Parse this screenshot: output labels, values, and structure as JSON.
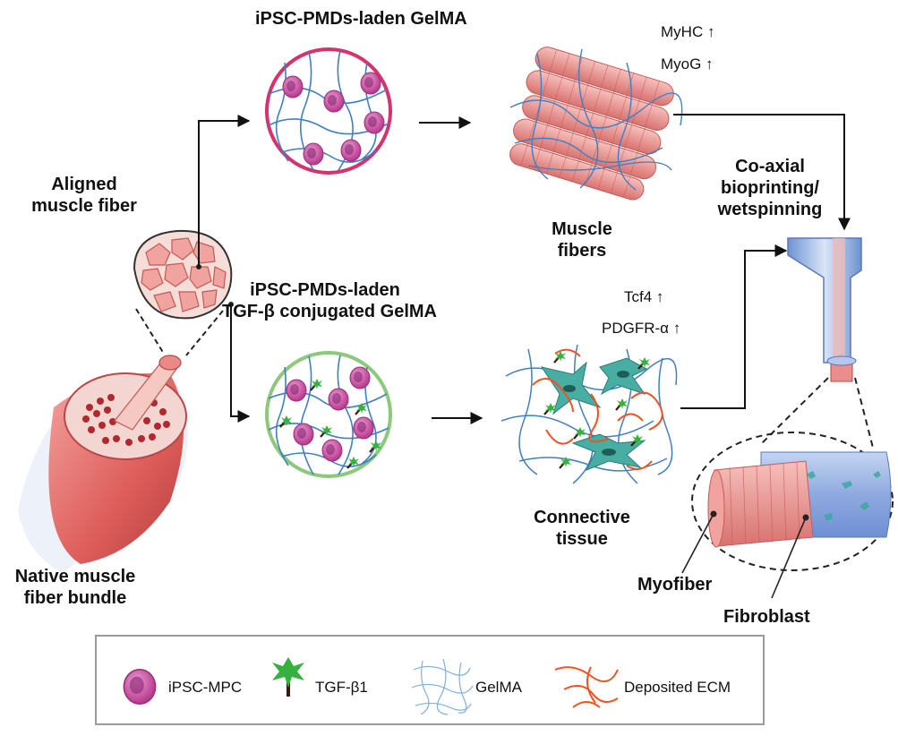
{
  "labels": {
    "top_gel": "iPSC-PMDs-laden GelMA",
    "aligned_line1": "Aligned",
    "aligned_line2": "muscle fiber",
    "native_line1": "Native muscle",
    "native_line2": "fiber bundle",
    "bottom_gel_line1": "iPSC-PMDs-laden",
    "bottom_gel_line2": "TGF-β conjugated GelMA",
    "muscle_line1": "Muscle",
    "muscle_line2": "fibers",
    "connective_line1": "Connective",
    "connective_line2": "tissue",
    "coaxial_line1": "Co-axial",
    "coaxial_line2": "bioprinting/",
    "coaxial_line3": "wetspinning",
    "myofiber": "Myofiber",
    "fibroblast": "Fibroblast",
    "marker_myhc": "MyHC ↑",
    "marker_myog": "MyoG ↑",
    "marker_tcf4": "Tcf4 ↑",
    "marker_pdgfr": "PDGFR-α ↑"
  },
  "legend": {
    "mpc": "iPSC-MPC",
    "tgf": "TGF-β1",
    "gelma": "GelMA",
    "ecm": "Deposited ECM"
  },
  "colors": {
    "top_circle": "#d6336c",
    "bottom_circle": "#8cc97a",
    "cell": "#c94f9e",
    "cell_nucleus": "#8e2a78",
    "gel": "#3f7fc4",
    "ecm": "#f0531f",
    "tgf": "#2ea43a",
    "fibroblast": "#3fa8a0",
    "muscle": "#ee9a98",
    "nozzle": "#8fb2e2"
  }
}
